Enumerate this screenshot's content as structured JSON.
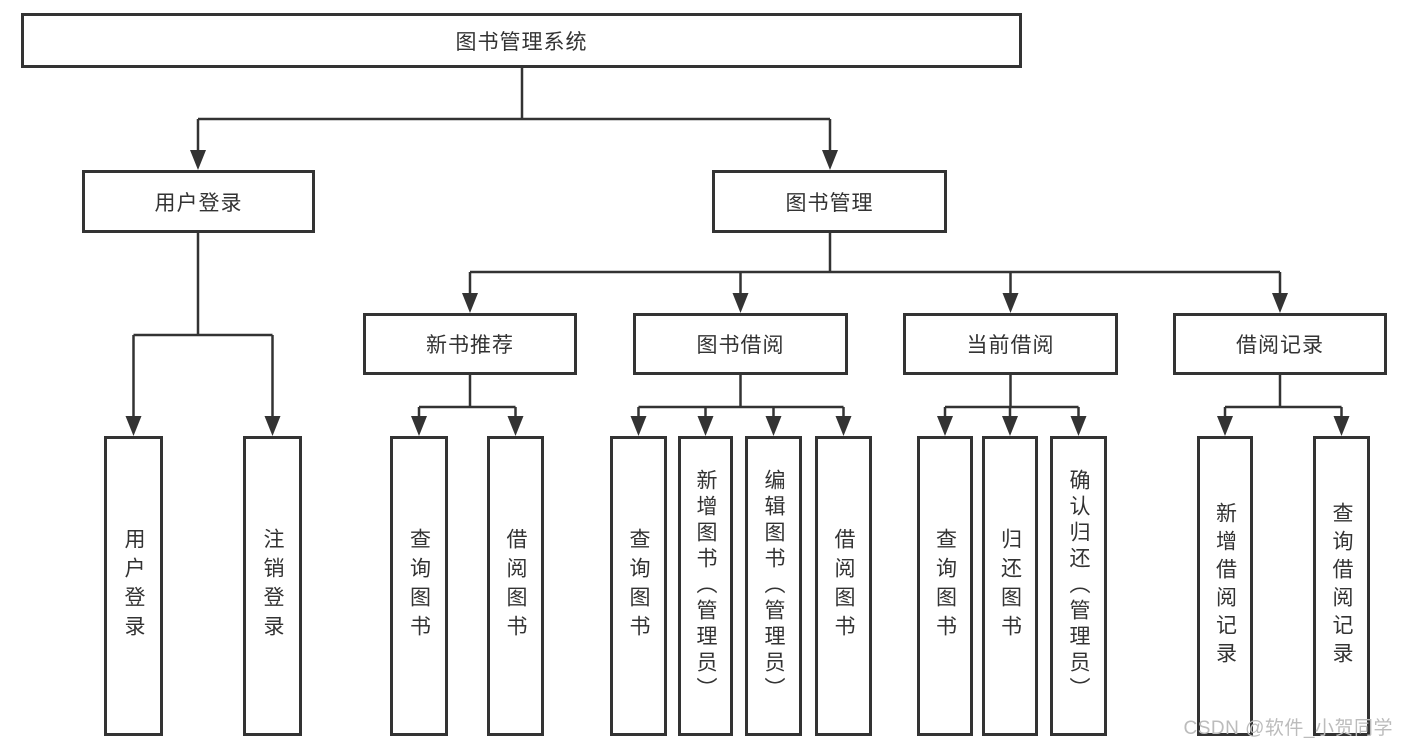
{
  "tree": {
    "root": {
      "label": "图书管理系统",
      "children": [
        {
          "label": "用户登录",
          "children": [
            {
              "label": "用户登录"
            },
            {
              "label": "注销登录"
            }
          ]
        },
        {
          "label": "图书管理",
          "children": [
            {
              "label": "新书推荐",
              "children": [
                {
                  "label": "查询图书"
                },
                {
                  "label": "借阅图书"
                }
              ]
            },
            {
              "label": "图书借阅",
              "children": [
                {
                  "label": "查询图书"
                },
                {
                  "label": "新增图书（管理员）"
                },
                {
                  "label": "编辑图书（管理员）"
                },
                {
                  "label": "借阅图书"
                }
              ]
            },
            {
              "label": "当前借阅",
              "children": [
                {
                  "label": "查询图书"
                },
                {
                  "label": "归还图书"
                },
                {
                  "label": "确认归还（管理员）"
                }
              ]
            },
            {
              "label": "借阅记录",
              "children": [
                {
                  "label": "新增借阅记录"
                },
                {
                  "label": "查询借阅记录"
                }
              ]
            }
          ]
        }
      ]
    }
  },
  "watermark": {
    "text": "CSDN @软件_小贺同学"
  },
  "colors": {
    "line": "#333333",
    "text": "#333333",
    "watermark": "#bcbcbc",
    "background": "#ffffff"
  }
}
